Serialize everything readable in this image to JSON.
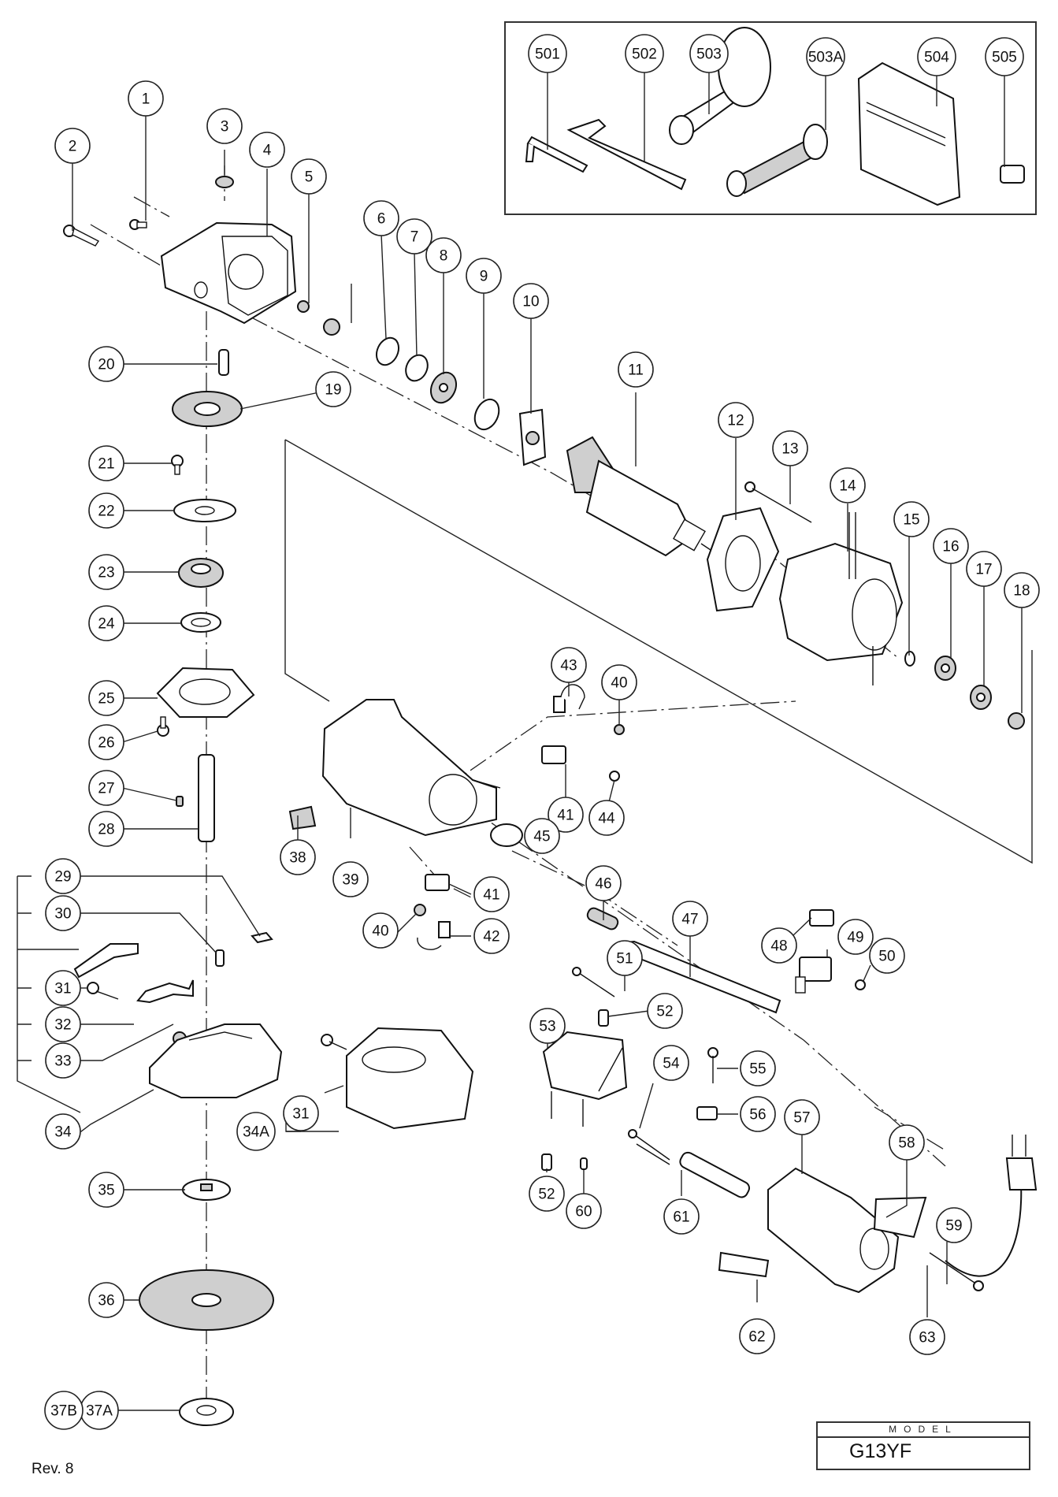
{
  "document": {
    "type": "exploded parts diagram",
    "model_label": "MODEL",
    "model_value": "G13YF",
    "revision": "Rev. 8"
  },
  "accessories": {
    "callouts": [
      "501",
      "502",
      "503",
      "503A",
      "504",
      "505"
    ]
  },
  "parts": {
    "callouts": [
      "1",
      "2",
      "3",
      "4",
      "5",
      "6",
      "7",
      "8",
      "9",
      "10",
      "11",
      "12",
      "13",
      "14",
      "15",
      "16",
      "17",
      "18",
      "19",
      "20",
      "21",
      "22",
      "23",
      "24",
      "25",
      "26",
      "27",
      "28",
      "29",
      "30",
      "31",
      "32",
      "33",
      "34",
      "34A",
      "35",
      "36",
      "37A",
      "37B",
      "38",
      "39",
      "40",
      "41",
      "42",
      "43",
      "44",
      "45",
      "46",
      "47",
      "48",
      "49",
      "50",
      "51",
      "52",
      "53",
      "54",
      "55",
      "56",
      "57",
      "58",
      "59",
      "60",
      "61",
      "62",
      "63"
    ]
  }
}
